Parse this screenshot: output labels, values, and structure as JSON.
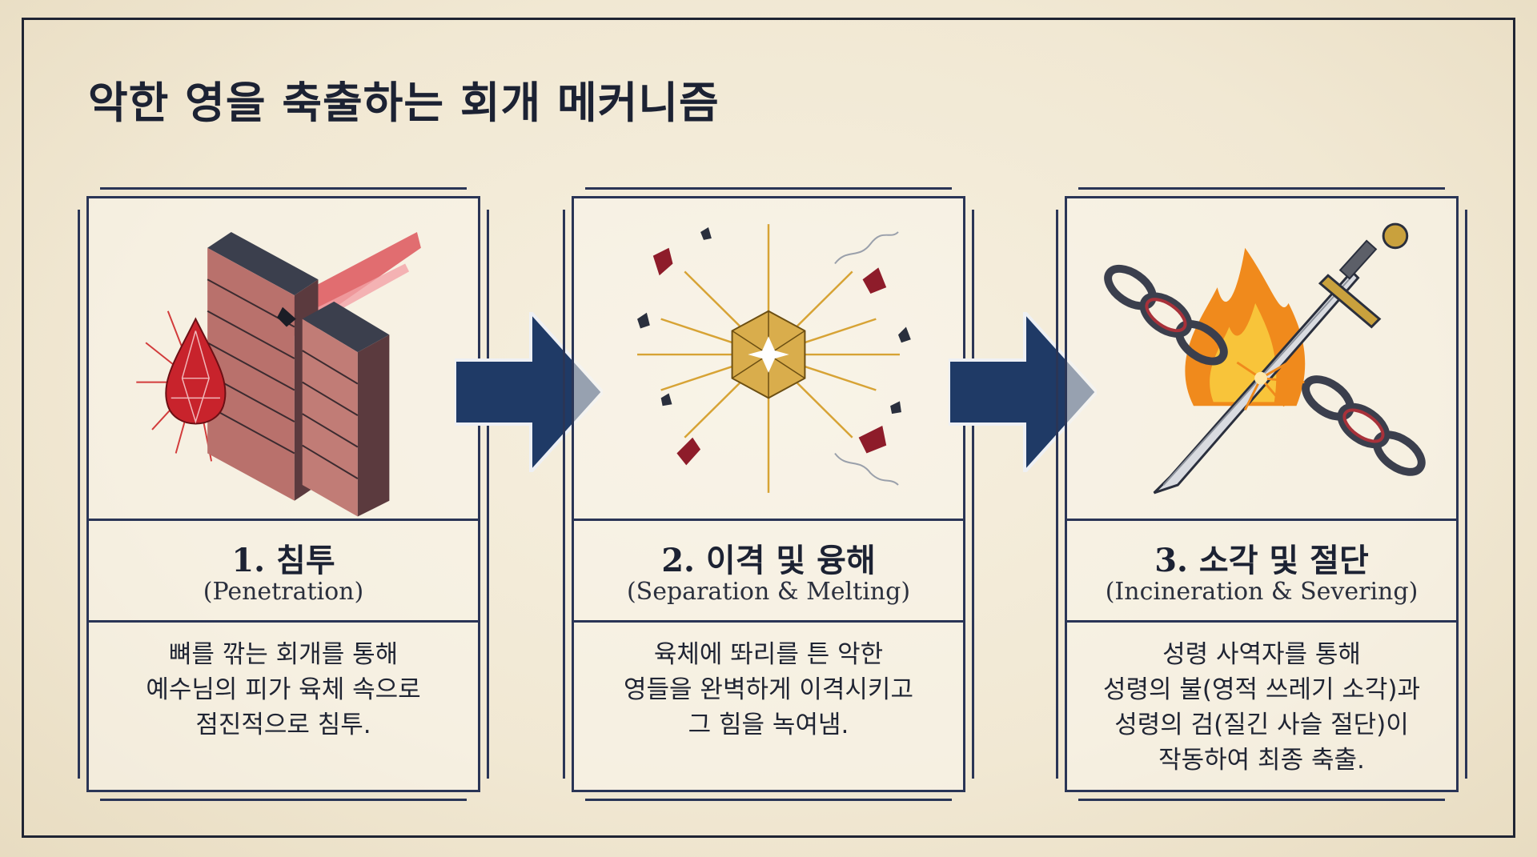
{
  "title": "악한 영을 축출하는 회개 메커니즘",
  "colors": {
    "ink": "#1f2433",
    "frame_navy": "#2a3556",
    "arrow_navy": "#1f3a66",
    "blood_red": "#c8232c",
    "gold": "#d7a335",
    "flame_orange": "#f08a1c"
  },
  "steps": [
    {
      "title": "1. 침투",
      "subtitle": "(Penetration)",
      "description": [
        "뼈를 깎는 회개를 통해",
        "예수님의 피가 육체 속으로",
        "점진적으로 침투."
      ],
      "icon": "blood-drop-through-wall-icon"
    },
    {
      "title": "2. 이격 및 융해",
      "subtitle": "(Separation & Melting)",
      "description": [
        "육체에 똬리를 튼 악한",
        "영들을 완벽하게 이격시키고",
        "그 힘을 녹여냄."
      ],
      "icon": "radiant-crystal-icon"
    },
    {
      "title": "3. 소각 및 절단",
      "subtitle": "(Incineration & Severing)",
      "description": [
        "성령 사역자를 통해",
        "성령의 불(영적 쓰레기 소각)과",
        "성령의 검(질긴 사슬 절단)이",
        "작동하여 최종 축출."
      ],
      "icon": "sword-cutting-chain-icon"
    }
  ],
  "arrows": [
    "arrow-right-icon",
    "arrow-right-icon"
  ]
}
